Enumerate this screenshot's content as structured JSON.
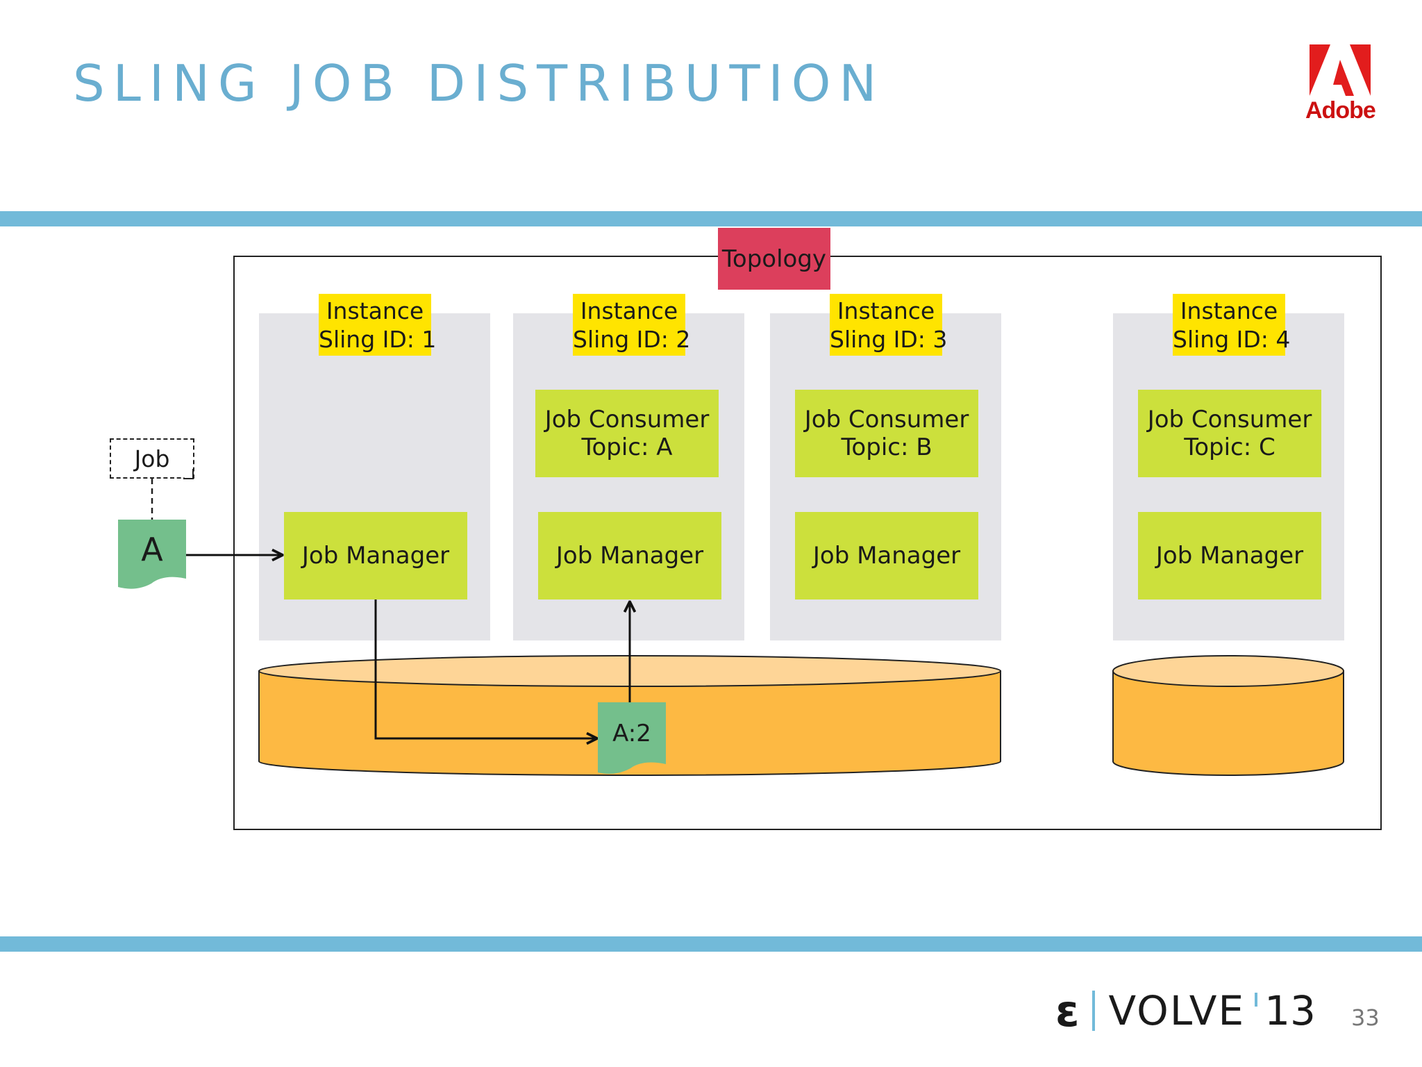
{
  "title": "SLING JOB DISTRIBUTION",
  "logo": {
    "icon": "adobe-logo-icon",
    "text": "Adobe",
    "color": "#cc1111"
  },
  "colors": {
    "accent_bar": "#72bad9",
    "title": "#6aaed0",
    "topology": "#dc3f5c",
    "instance_label": "#ffe400",
    "component": "#cce03c",
    "instance_bg": "#e4e4e8",
    "storage": "#fdb943",
    "storage_top": "#fed597",
    "document": "#74bf8c"
  },
  "diagram": {
    "topology_label": "Topology",
    "job_label": "Job",
    "job_doc_label": "A",
    "stored_job_label": "A:2",
    "instances": [
      {
        "line1": "Instance",
        "line2": "Sling ID: 1",
        "job_manager": "Job Manager",
        "consumer": null
      },
      {
        "line1": "Instance",
        "line2": "Sling ID: 2",
        "job_manager": "Job Manager",
        "consumer": {
          "line1": "Job Consumer",
          "line2": "Topic: A"
        }
      },
      {
        "line1": "Instance",
        "line2": "Sling ID: 3",
        "job_manager": "Job Manager",
        "consumer": {
          "line1": "Job Consumer",
          "line2": "Topic: B"
        }
      },
      {
        "line1": "Instance",
        "line2": "Sling ID: 4",
        "job_manager": "Job Manager",
        "consumer": {
          "line1": "Job Consumer",
          "line2": "Topic: C"
        }
      }
    ]
  },
  "footer": {
    "brand_symbol": "ɛ",
    "brand_word": "VOLVE",
    "brand_year": "13",
    "page_number": "33"
  }
}
